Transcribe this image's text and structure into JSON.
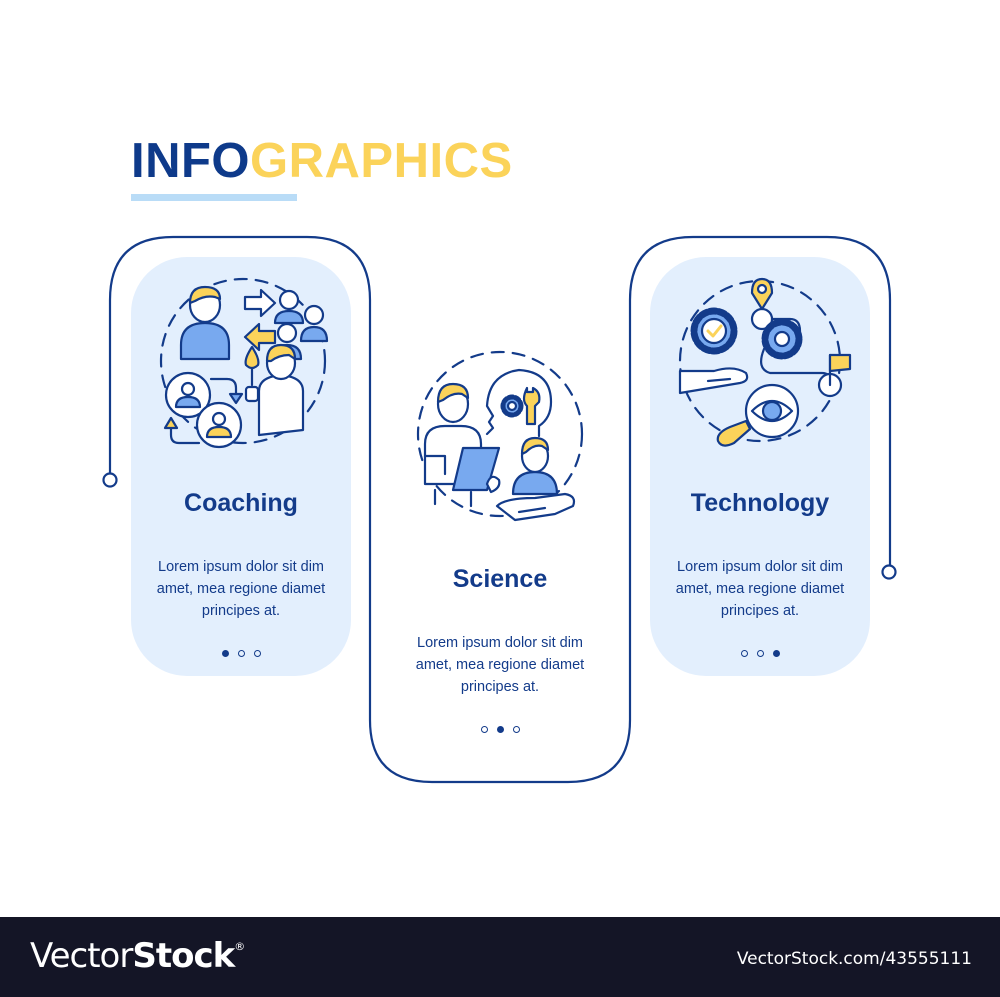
{
  "header": {
    "title_part1": "INFO",
    "title_part2": "GRAPHICS"
  },
  "colors": {
    "navy": "#133b8a",
    "yellow": "#fbd35a",
    "card_fill": "#e3effd",
    "icon_blue": "#78a9ef",
    "underline": "#b9dcf7",
    "footer_bg": "#141526"
  },
  "cards": [
    {
      "title": "Coaching",
      "icon": "coaching-icon",
      "body": [
        "Lorem ipsum dolor sit dim",
        "amet, mea regione diamet",
        "principes at."
      ],
      "active_dot": 0
    },
    {
      "title": "Science",
      "icon": "science-icon",
      "body": [
        "Lorem ipsum dolor sit dim",
        "amet, mea regione diamet",
        "principes at."
      ],
      "active_dot": 1
    },
    {
      "title": "Technology",
      "icon": "technology-icon",
      "body": [
        "Lorem ipsum dolor sit dim",
        "amet, mea regione diamet",
        "principes at."
      ],
      "active_dot": 2
    }
  ],
  "footer": {
    "brand_light": "Vector",
    "brand_bold": "Stock",
    "brand_mark": "®",
    "reference": "VectorStock.com/43555111"
  }
}
